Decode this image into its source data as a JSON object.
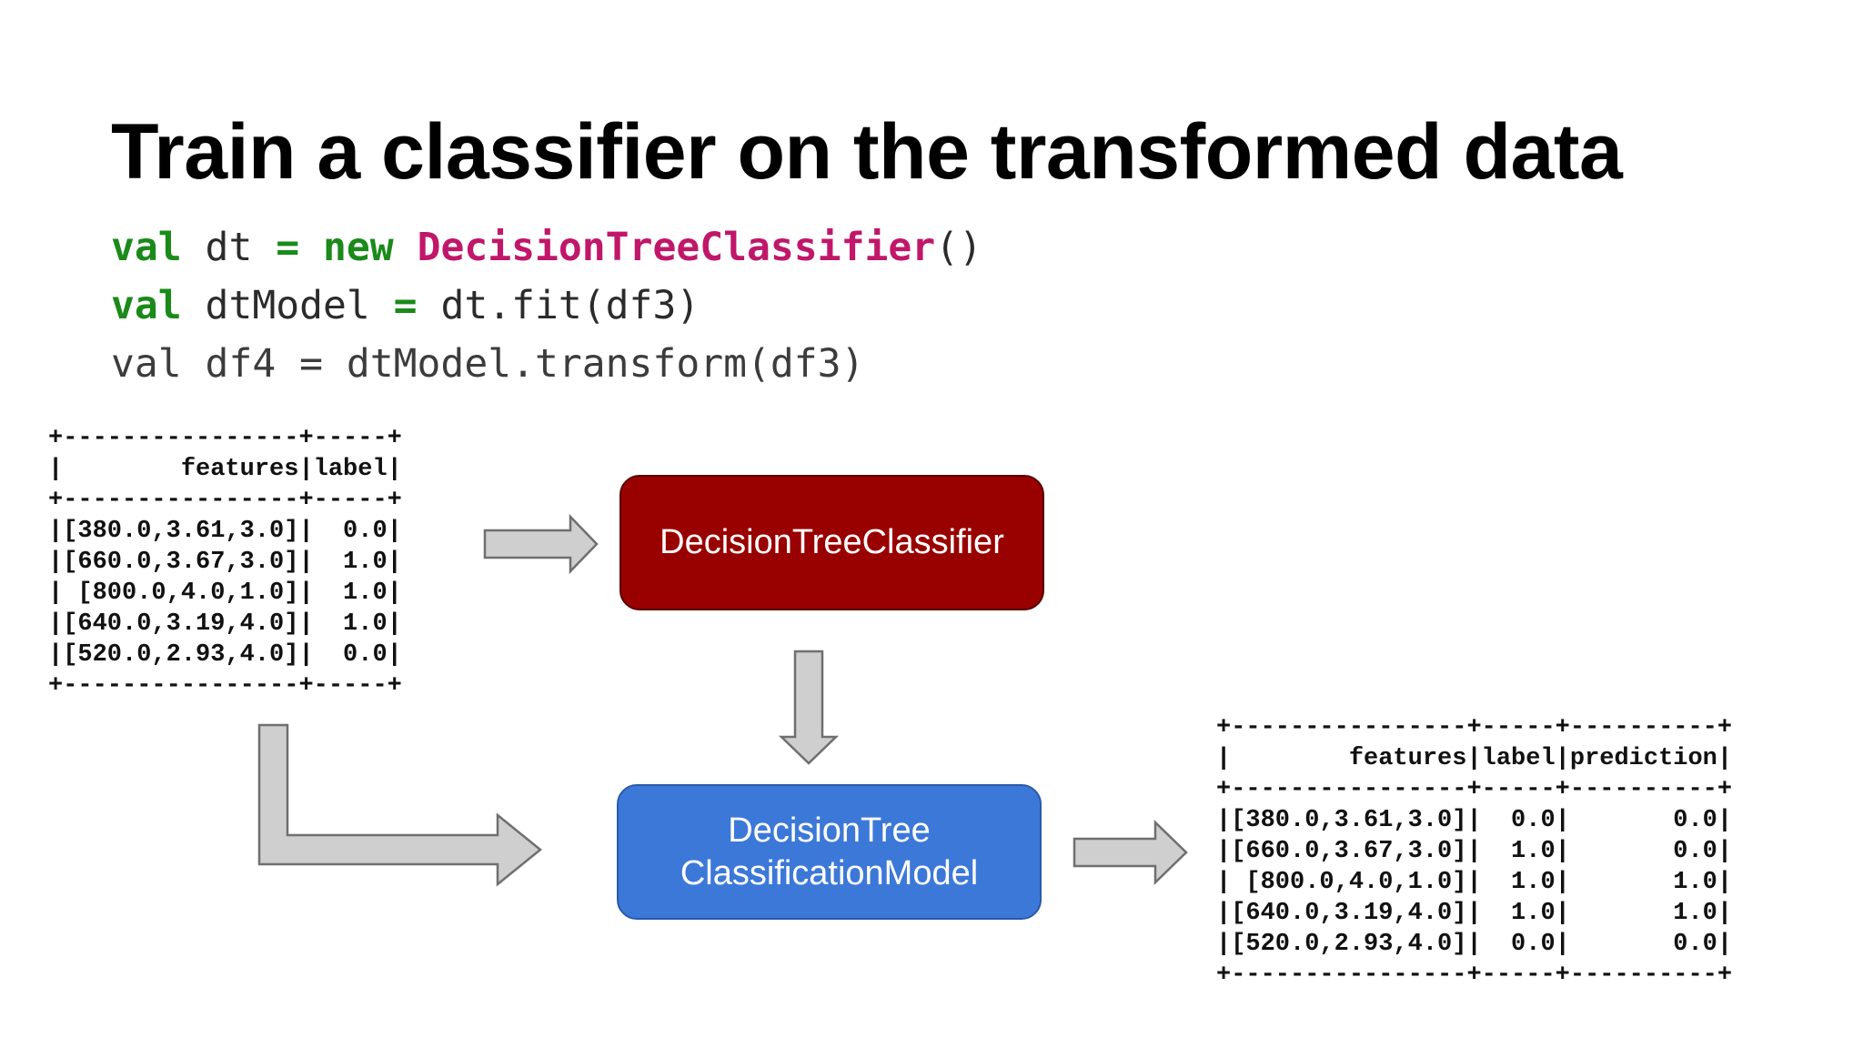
{
  "slide": {
    "title": "Train a classifier on the transformed data"
  },
  "code": {
    "line1": {
      "kw": "val",
      "name": " dt ",
      "op1": "=",
      "sp": " ",
      "op2": "new",
      "sp2": " ",
      "cls": "DecisionTreeClassifier",
      "tail": "()"
    },
    "line2": {
      "kw": "val",
      "name": " dtModel ",
      "op1": "=",
      "tail": " dt.fit(df3)"
    },
    "line3": {
      "text": "val df4 = dtModel.transform(df3)"
    }
  },
  "input_table": {
    "border": "+----------------+-----+",
    "header": "|        features|label|",
    "rows": [
      "|[380.0,3.61,3.0]|  0.0|",
      "|[660.0,3.67,3.0]|  1.0|",
      "| [800.0,4.0,1.0]|  1.0|",
      "|[640.0,3.19,4.0]|  1.0|",
      "|[520.0,2.93,4.0]|  0.0|"
    ]
  },
  "output_table": {
    "border": "+----------------+-----+----------+",
    "header": "|        features|label|prediction|",
    "rows": [
      "|[380.0,3.61,3.0]|  0.0|       0.0|",
      "|[660.0,3.67,3.0]|  1.0|       0.0|",
      "| [800.0,4.0,1.0]|  1.0|       1.0|",
      "|[640.0,3.19,4.0]|  1.0|       1.0|",
      "|[520.0,2.93,4.0]|  0.0|       0.0|"
    ]
  },
  "nodes": {
    "classifier": {
      "label": "DecisionTreeClassifier",
      "color": "#990000"
    },
    "model": {
      "label": "DecisionTree\nClassificationModel",
      "color": "#3c78d8"
    }
  },
  "colors": {
    "keyword": "#1a8a1a",
    "class_name": "#c0176a",
    "arrow_fill": "#cfcfcf",
    "arrow_stroke": "#6f6f6f"
  }
}
